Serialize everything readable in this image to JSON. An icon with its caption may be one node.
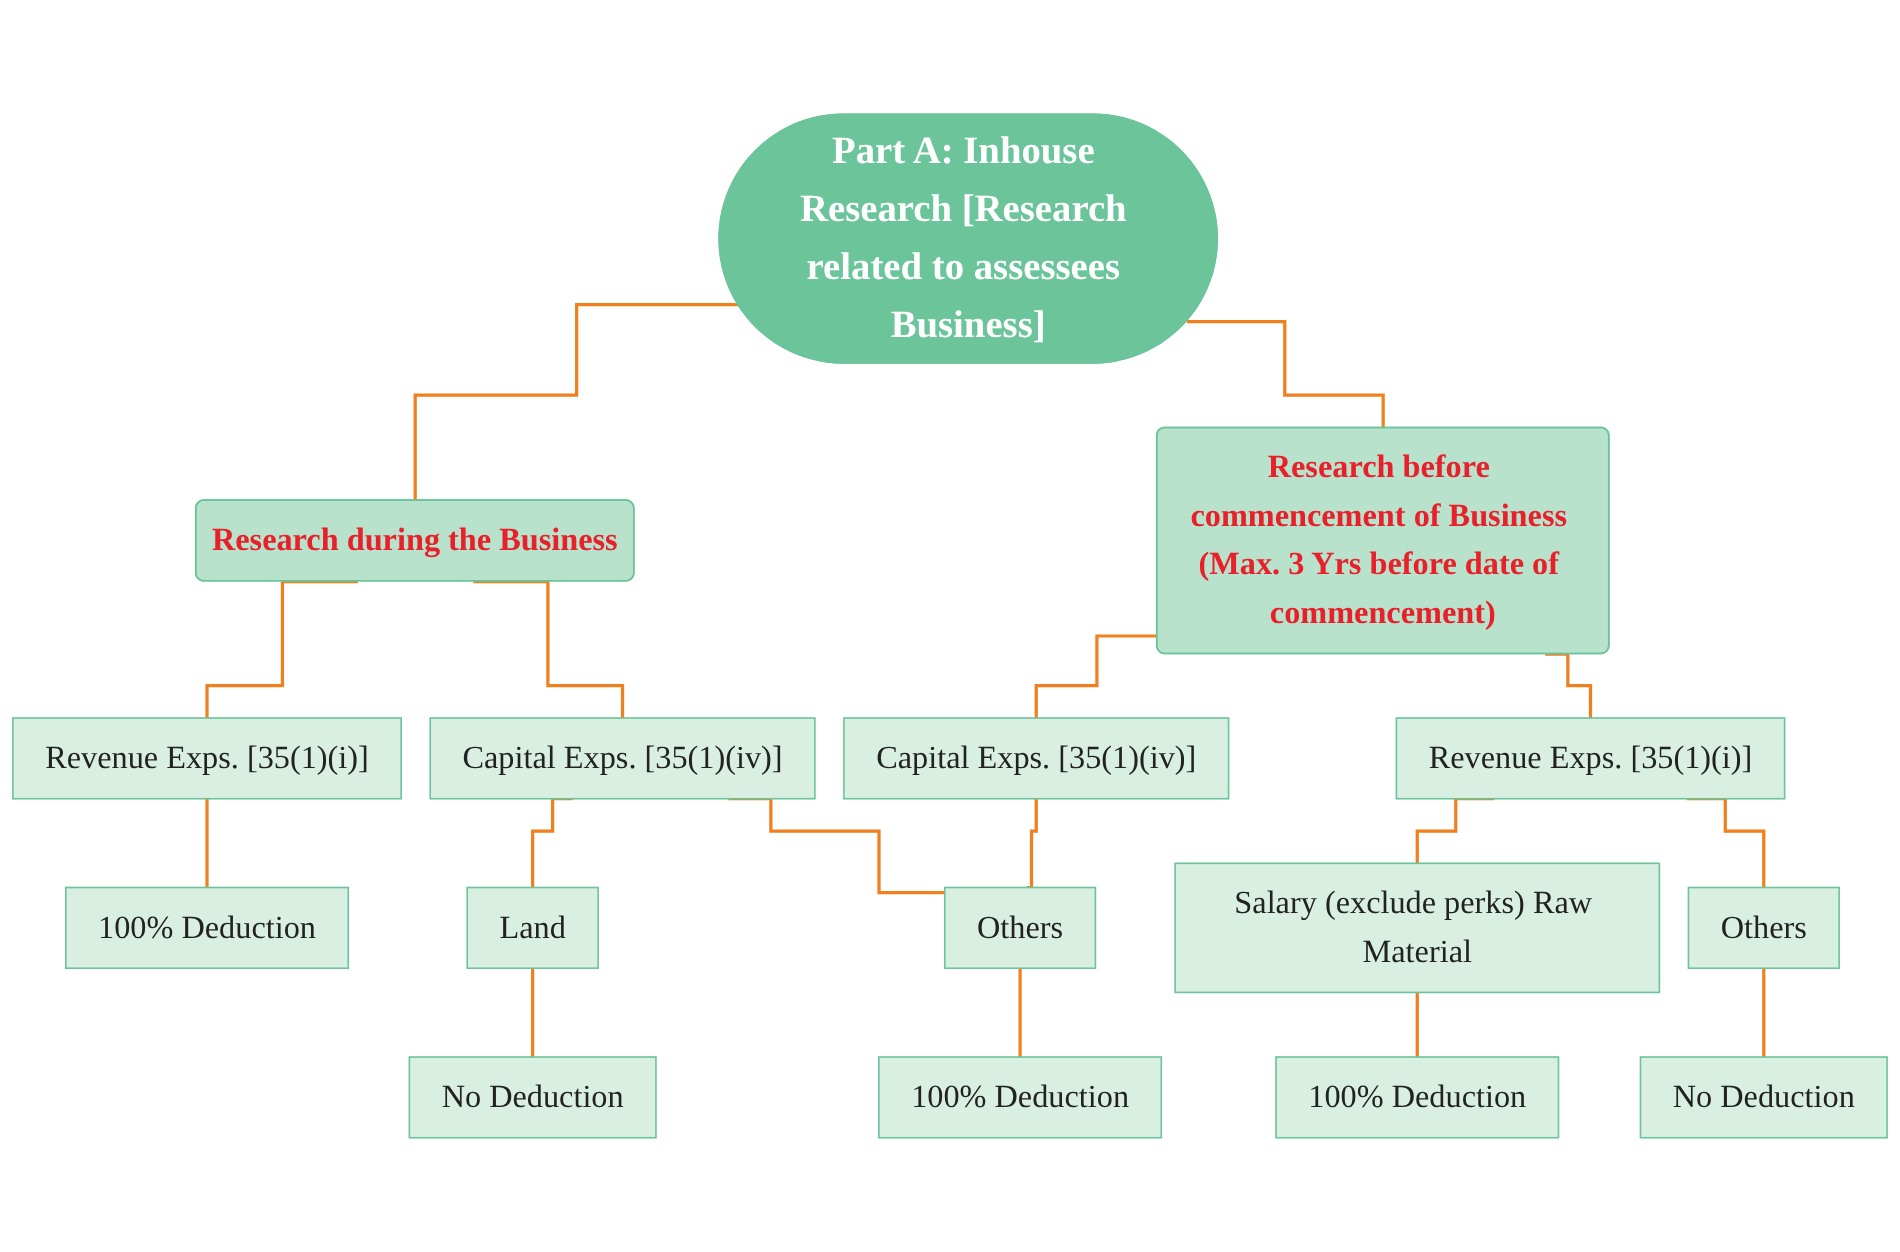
{
  "diagram": {
    "nodes": [
      {
        "text": [
          "Part A: Inhouse Research [Research related to assessees Business]"
        ]
      },
      {
        "text": [
          "Research during the Business"
        ]
      },
      {
        "text": [
          "Research before commencement of Business (Max. 3 Yrs before date of commencement)"
        ]
      },
      {
        "text": [
          "Revenue Exps. [35(1)(i)]"
        ]
      },
      {
        "text": [
          "Capital Exps. [35(1)(iv)]"
        ]
      },
      {
        "text": [
          "Capital Exps. [35(1)(iv)]"
        ]
      },
      {
        "text": [
          "Revenue Exps. [35(1)(i)]"
        ]
      },
      {
        "text": [
          "100% Deduction"
        ]
      },
      {
        "text": [
          "Land"
        ]
      },
      {
        "text": [
          "Others"
        ]
      },
      {
        "text": [
          "Salary (exclude perks) Raw Material"
        ]
      },
      {
        "text": [
          "Others"
        ]
      },
      {
        "text": [
          "No Deduction"
        ]
      },
      {
        "text": [
          "100% Deduction"
        ]
      },
      {
        "text": [
          "100% Deduction"
        ]
      },
      {
        "text": [
          "No Deduction"
        ]
      }
    ],
    "edges": [
      {
        "from": 0,
        "to": 1,
        "arrow": "none"
      },
      {
        "from": 0,
        "to": 2,
        "arrow": "none"
      },
      {
        "from": 1,
        "to": 3,
        "arrow": "none"
      },
      {
        "from": 1,
        "to": 4,
        "arrow": "none"
      },
      {
        "from": 2,
        "to": 5,
        "arrow": "none"
      },
      {
        "from": 2,
        "to": 6,
        "arrow": "none"
      },
      {
        "from": 3,
        "to": 7,
        "arrow": "none"
      },
      {
        "from": 4,
        "to": 8,
        "arrow": "none"
      },
      {
        "from": 4,
        "to": 9,
        "arrow": "none"
      },
      {
        "from": 5,
        "to": 9,
        "arrow": "none"
      },
      {
        "from": 6,
        "to": 10,
        "arrow": "none"
      },
      {
        "from": 6,
        "to": 11,
        "arrow": "none"
      },
      {
        "from": 8,
        "to": 12,
        "arrow": "none"
      },
      {
        "from": 9,
        "to": 13,
        "arrow": "none"
      },
      {
        "from": 10,
        "to": 14,
        "arrow": "none"
      },
      {
        "from": 11,
        "to": 15,
        "arrow": "none"
      }
    ]
  }
}
